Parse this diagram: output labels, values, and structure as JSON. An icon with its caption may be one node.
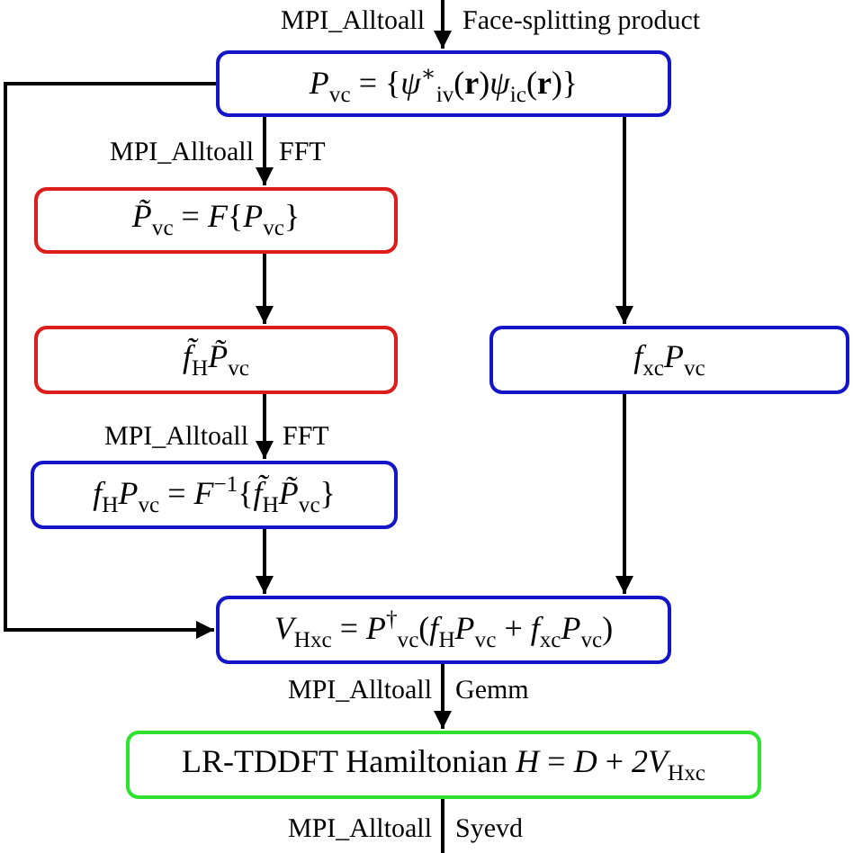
{
  "diagram": {
    "nodes": [
      {
        "text": [
          "*P*$_{vc}$ = {*ψ*$^{∗}$$_{iv}$(**r**)*ψ*$_{ic}$(**r**)}"
        ]
      },
      {
        "text": [
          "*P̃*$_{vc}$ = *F*{*P*$_{vc}$}"
        ]
      },
      {
        "text": [
          "*f̃*$_{H}$*P̃*$_{vc}$"
        ]
      },
      {
        "text": [
          "*f*$_{xc}$*P*$_{vc}$"
        ]
      },
      {
        "text": [
          "*f*$_{H}$*P*$_{vc}$ = *F*$^{−1}${*f̃*$_{H}$*P̃*$_{vc}$}"
        ]
      },
      {
        "text": [
          "*V*$_{Hxc}$ = *P*$^{†}$$_{vc}$(*f*$_{H}$*P*$_{vc}$ + *f*$_{xc}$*P*$_{vc}$)"
        ]
      },
      {
        "text": [
          "LR-TDDFT Hamiltonian *H* = *D* + *2V*$_{Hxc}$"
        ]
      }
    ],
    "edges": [
      {
        "from": null,
        "to": 0,
        "arrow": "to"
      },
      {
        "from": 0,
        "to": 1,
        "arrow": "to"
      },
      {
        "from": 1,
        "to": 2,
        "arrow": "to"
      },
      {
        "from": 2,
        "to": 4,
        "arrow": "to"
      },
      {
        "from": 0,
        "to": 3,
        "arrow": "to"
      },
      {
        "from": 3,
        "to": 5,
        "arrow": "to"
      },
      {
        "from": 4,
        "to": 5,
        "arrow": "to"
      },
      {
        "from": 0,
        "to": 5,
        "arrow": "to"
      },
      {
        "from": 5,
        "to": 6,
        "arrow": "to"
      },
      {
        "from": 6,
        "to": null,
        "arrow": "none"
      }
    ],
    "labels": [
      "MPI_Alltoall",
      "Face-splitting product",
      "MPI_Alltoall",
      "FFT",
      "MPI_Alltoall",
      "FFT",
      "MPI_Alltoall",
      "Gemm",
      "MPI_Alltoall",
      "Syevd"
    ]
  }
}
